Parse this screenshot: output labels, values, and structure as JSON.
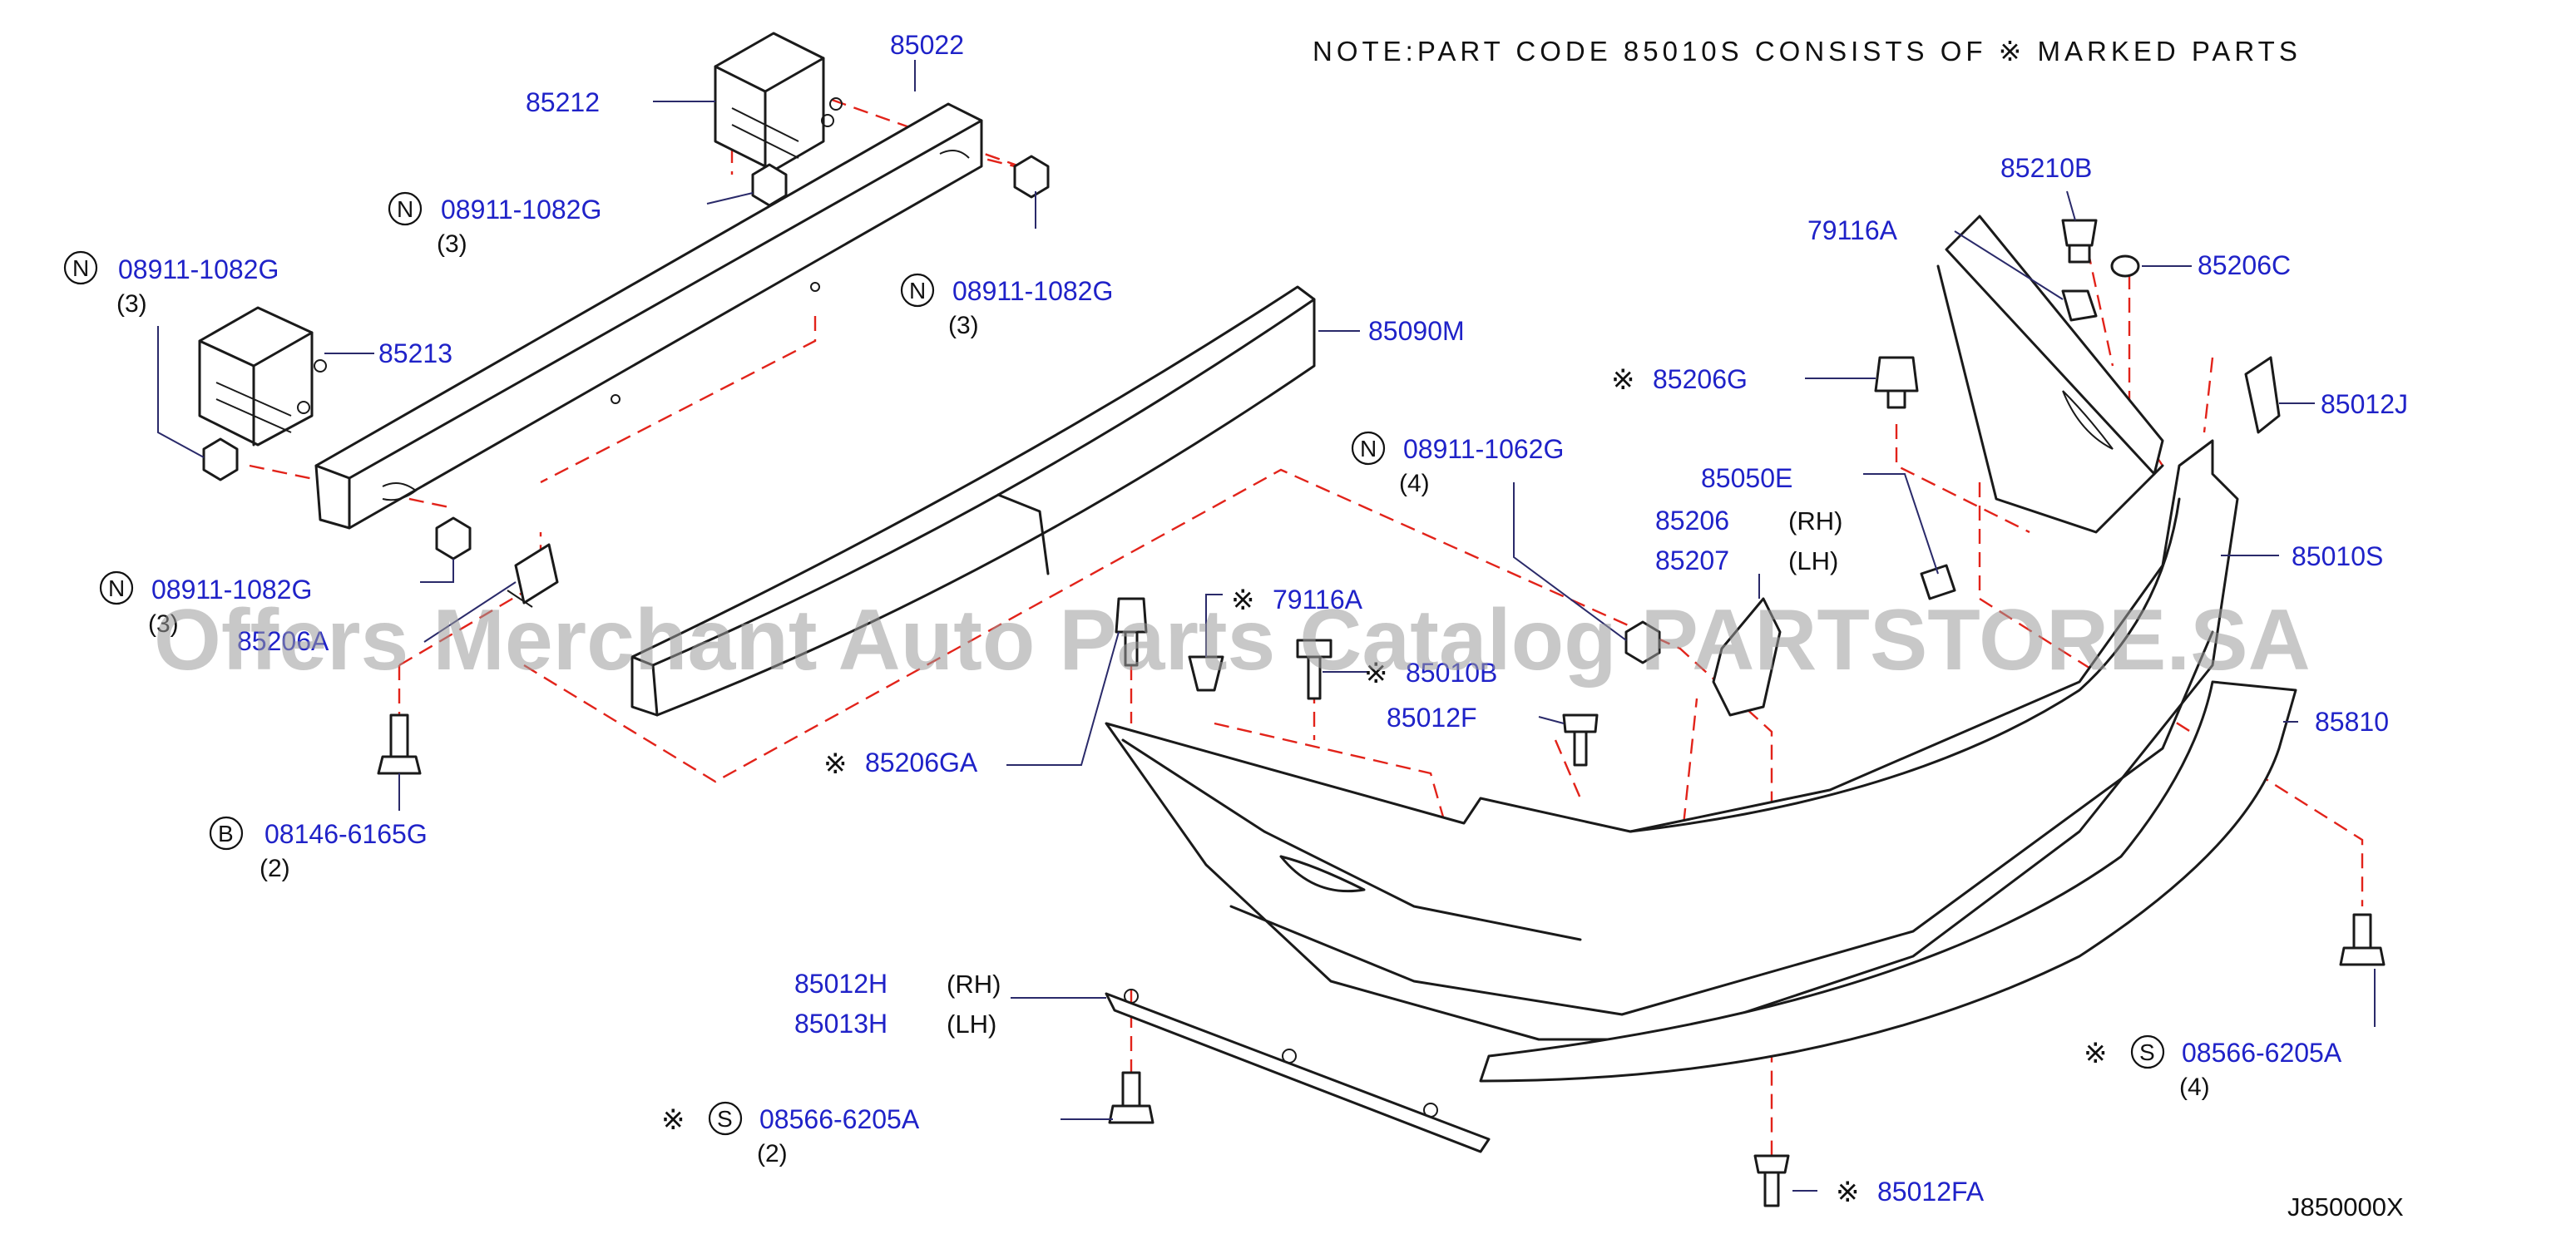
{
  "note": "NOTE:PART CODE 85010S CONSISTS OF ※ MARKED PARTS",
  "diagram_id": "J850000X",
  "watermark": "Offers Merchant Auto Parts Catalog PARTSTORE.SA",
  "callouts": [
    {
      "id": "c1",
      "code": "85022",
      "prefix": "",
      "marked": false
    },
    {
      "id": "c2",
      "code": "85212",
      "prefix": "",
      "marked": false
    },
    {
      "id": "c3",
      "code": "08911-1082G",
      "prefix": "N",
      "marked": false,
      "qty": "(3)"
    },
    {
      "id": "c4",
      "code": "08911-1082G",
      "prefix": "N",
      "marked": false,
      "qty": "(3)"
    },
    {
      "id": "c5",
      "code": "08911-1082G",
      "prefix": "N",
      "marked": false,
      "qty": "(3)"
    },
    {
      "id": "c6",
      "code": "85213",
      "prefix": "",
      "marked": false
    },
    {
      "id": "c7",
      "code": "85090M",
      "prefix": "",
      "marked": false
    },
    {
      "id": "c8",
      "code": "08911-1082G",
      "prefix": "N",
      "marked": false,
      "qty": "(3)"
    },
    {
      "id": "c9",
      "code": "85206A",
      "prefix": "",
      "marked": false
    },
    {
      "id": "c10",
      "code": "08146-6165G",
      "prefix": "B",
      "marked": false,
      "qty": "(2)"
    },
    {
      "id": "c11",
      "code": "85206GA",
      "prefix": "",
      "marked": true
    },
    {
      "id": "c12",
      "code": "79116A",
      "prefix": "",
      "marked": true
    },
    {
      "id": "c13",
      "code": "85010B",
      "prefix": "",
      "marked": true
    },
    {
      "id": "c14",
      "code": "85012F",
      "prefix": "",
      "marked": false
    },
    {
      "id": "c15",
      "code": "08911-1062G",
      "prefix": "N",
      "marked": false,
      "qty": "(4)"
    },
    {
      "id": "c16",
      "code": "85206G",
      "prefix": "",
      "marked": true
    },
    {
      "id": "c17",
      "code": "85050E",
      "prefix": "",
      "marked": false
    },
    {
      "id": "c18",
      "code": "85206",
      "prefix": "",
      "marked": false,
      "side": "(RH)"
    },
    {
      "id": "c19",
      "code": "85207",
      "prefix": "",
      "marked": false,
      "side": "(LH)"
    },
    {
      "id": "c20",
      "code": "79116A",
      "prefix": "",
      "marked": false
    },
    {
      "id": "c21",
      "code": "85210B",
      "prefix": "",
      "marked": false
    },
    {
      "id": "c22",
      "code": "85206C",
      "prefix": "",
      "marked": false
    },
    {
      "id": "c23",
      "code": "85012J",
      "prefix": "",
      "marked": false
    },
    {
      "id": "c24",
      "code": "85010S",
      "prefix": "",
      "marked": false
    },
    {
      "id": "c25",
      "code": "85810",
      "prefix": "",
      "marked": false
    },
    {
      "id": "c26",
      "code": "85012H",
      "prefix": "",
      "marked": false,
      "side": "(RH)"
    },
    {
      "id": "c27",
      "code": "85013H",
      "prefix": "",
      "marked": false,
      "side": "(LH)"
    },
    {
      "id": "c28",
      "code": "08566-6205A",
      "prefix": "S",
      "marked": true,
      "qty": "(2)"
    },
    {
      "id": "c29",
      "code": "08566-6205A",
      "prefix": "S",
      "marked": true,
      "qty": "(4)"
    },
    {
      "id": "c30",
      "code": "85012FA",
      "prefix": "",
      "marked": true
    }
  ]
}
